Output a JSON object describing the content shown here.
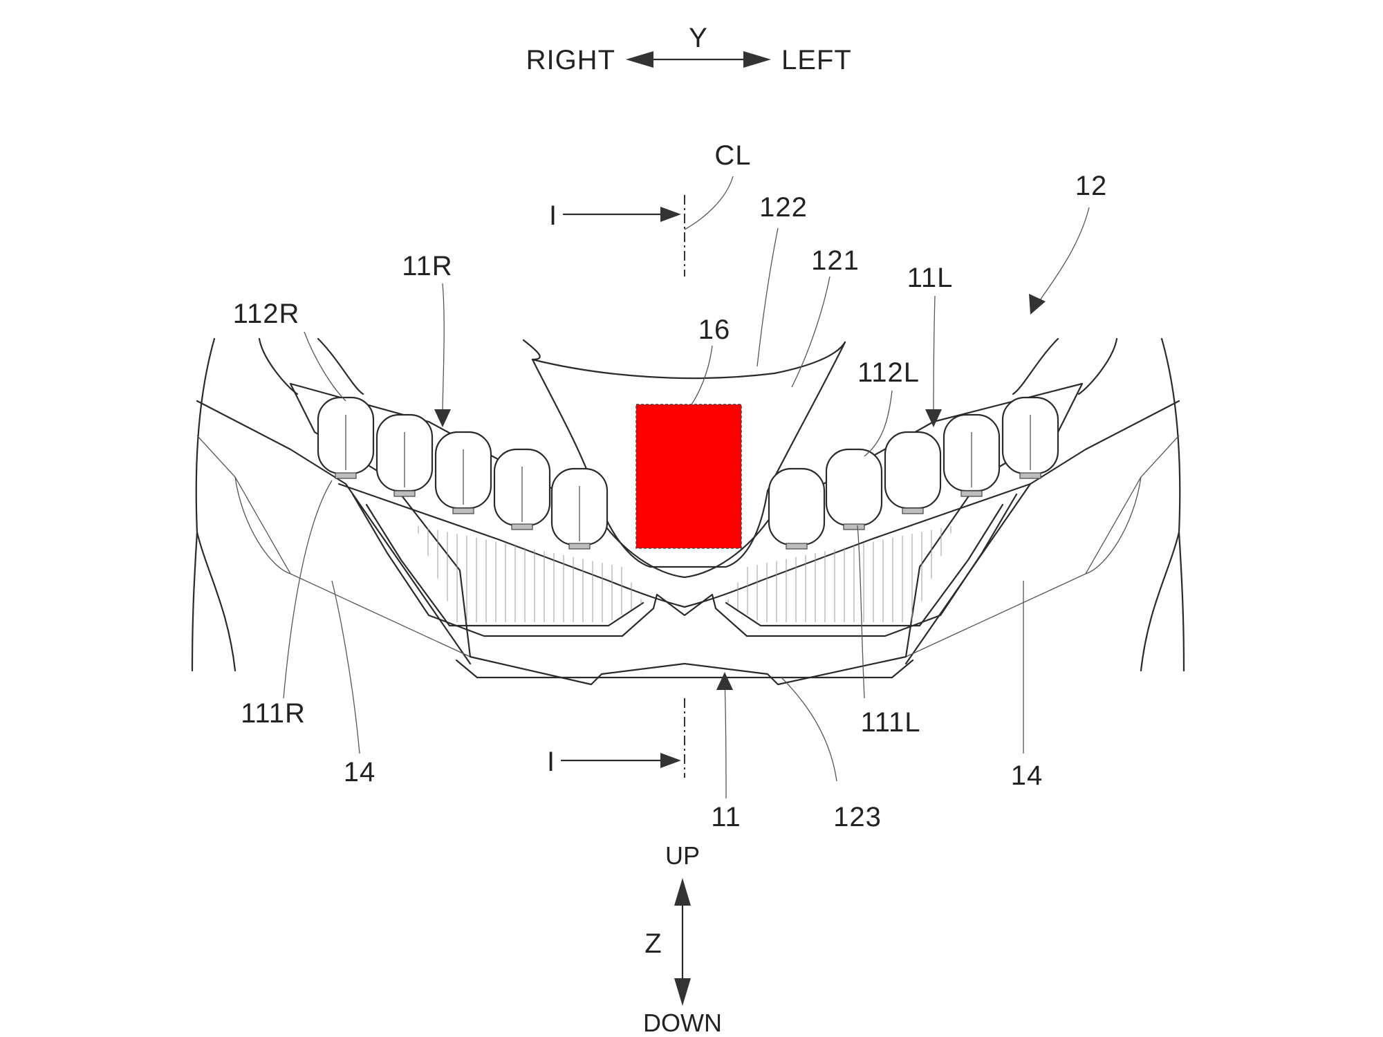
{
  "direction_y": {
    "axis": "Y",
    "right": "RIGHT",
    "left": "LEFT"
  },
  "direction_z": {
    "axis": "Z",
    "up": "UP",
    "down": "DOWN"
  },
  "section_marks": {
    "top": "I",
    "bottom": "I"
  },
  "labels": {
    "cl": "CL",
    "ref_12": "12",
    "ref_122": "122",
    "ref_121": "121",
    "ref_11R": "11R",
    "ref_11L": "11L",
    "ref_112R": "112R",
    "ref_112L": "112L",
    "ref_16": "16",
    "ref_111R": "111R",
    "ref_111L": "111L",
    "ref_14_left": "14",
    "ref_14_right": "14",
    "ref_11": "11",
    "ref_123": "123"
  },
  "colors": {
    "highlight": "#ff0000",
    "line": "#2a2a2a"
  }
}
